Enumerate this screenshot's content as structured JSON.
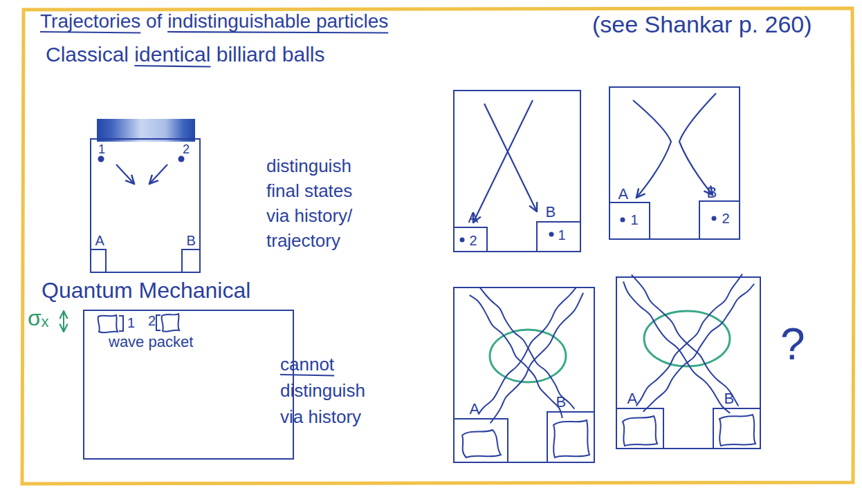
{
  "diagram": {
    "title": "Trajectories of indistinguishable particles",
    "nodes": [
      {
        "text": [
          "1",
          "2"
        ]
      },
      {
        "text": [
          "A"
        ],
        "in": 0
      },
      {
        "text": [
          "B"
        ],
        "in": 0
      },
      {
        "text": []
      },
      {
        "text": [
          "A",
          "2"
        ],
        "in": 3
      },
      {
        "text": [
          "B",
          "1"
        ],
        "in": 3
      },
      {
        "text": []
      },
      {
        "text": [
          "A",
          "1"
        ],
        "in": 6
      },
      {
        "text": [
          "B",
          "2"
        ],
        "in": 6
      },
      {
        "text": [
          "1",
          "2",
          "wave packet"
        ]
      },
      {
        "text": []
      },
      {
        "text": [
          "A"
        ],
        "in": 10
      },
      {
        "text": [
          "B"
        ],
        "in": 10
      },
      {
        "text": []
      },
      {
        "text": [
          "A"
        ],
        "in": 13
      },
      {
        "text": [
          "B"
        ],
        "in": 13
      }
    ],
    "labels": [
      "(see Shankar p. 260)",
      "Classical identical billiard balls",
      "distinguish final states via history/ trajectory",
      "Quantum Mechanical",
      "σₓ",
      "cannot distinguish via history",
      "?"
    ]
  }
}
